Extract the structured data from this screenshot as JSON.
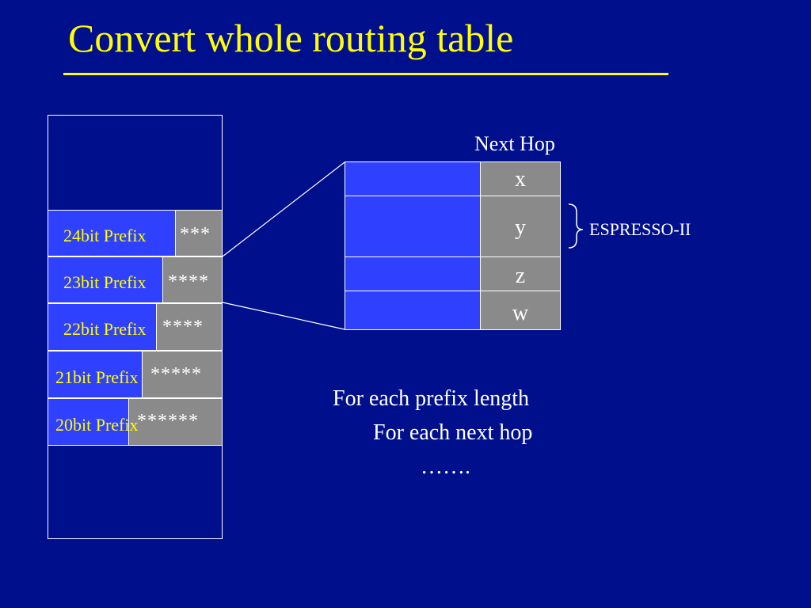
{
  "slide": {
    "title": "Convert whole routing table"
  },
  "routing_table": {
    "rows": [
      {
        "label": "24bit Prefix",
        "stars": "***"
      },
      {
        "label": "23bit Prefix",
        "stars": "****"
      },
      {
        "label": "22bit Prefix",
        "stars": "****"
      },
      {
        "label": "21bit Prefix",
        "stars": "*****"
      },
      {
        "label": "20bit Prefix",
        "stars": "******"
      }
    ]
  },
  "next_hop": {
    "header": "Next Hop",
    "values": [
      "x",
      "y",
      "z",
      "w"
    ],
    "brace_label": "ESPRESSO-II"
  },
  "algorithm": {
    "line1": "For each prefix length",
    "line2": "For each next hop",
    "line3": "……."
  },
  "colors": {
    "background": "#000f8c",
    "title": "#ffff00",
    "cell_blue": "#3040ff",
    "cell_grey": "#8a8a8a"
  }
}
